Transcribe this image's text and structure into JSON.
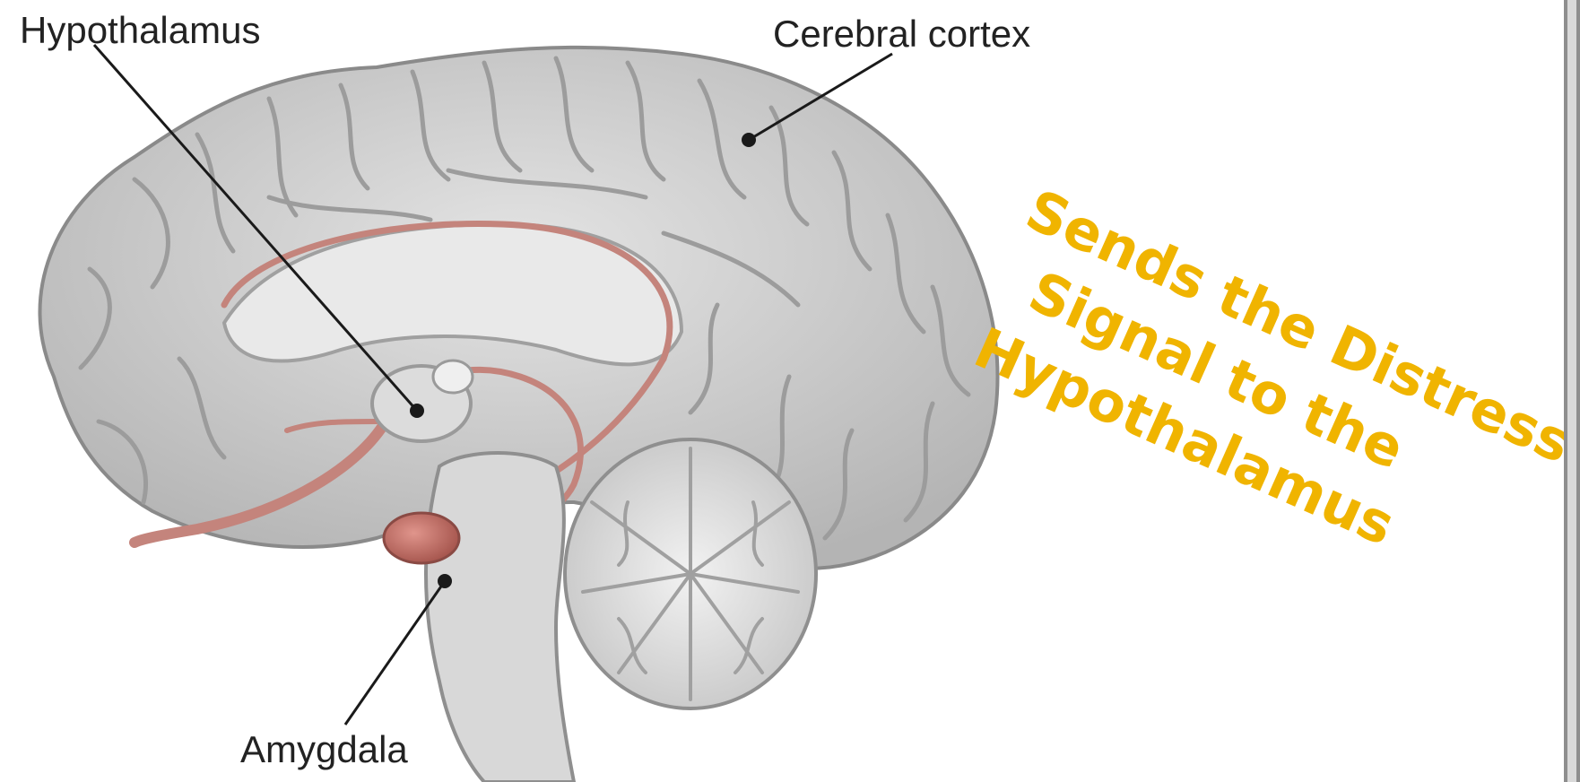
{
  "labels": {
    "hypothalamus": "Hypothalamus",
    "cerebral_cortex": "Cerebral cortex",
    "amygdala": "Amygdala"
  },
  "callout": {
    "line1": "Sends the Distress",
    "line2": "Signal to the",
    "line3": "Hypothalamus",
    "color": "#f0b400"
  },
  "colors": {
    "brain_fill": "#c9c9c9",
    "brain_fold": "#a9a9a9",
    "limbic": "#c4847c",
    "amygdala": "#c86a62"
  }
}
